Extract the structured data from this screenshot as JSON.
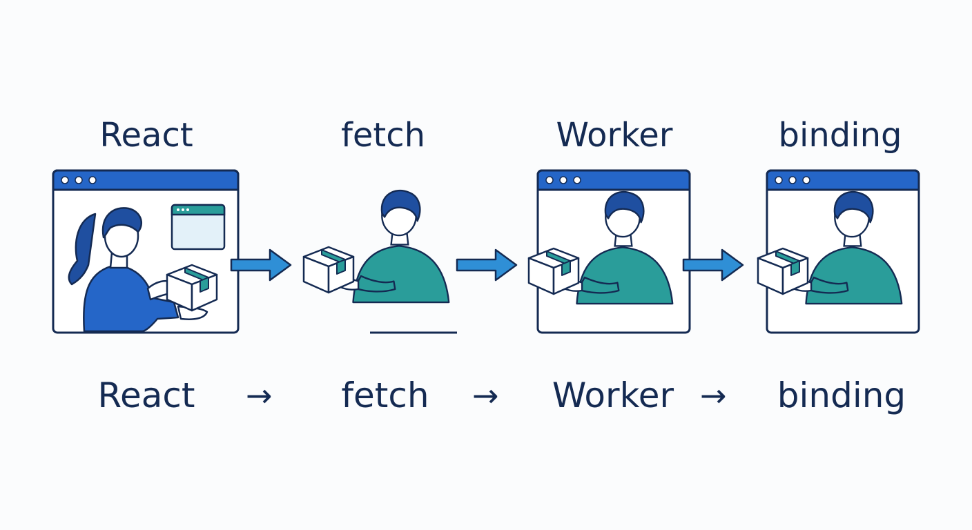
{
  "steps": [
    {
      "label": "React"
    },
    {
      "label": "fetch"
    },
    {
      "label": "Worker"
    },
    {
      "label": "binding"
    }
  ],
  "flow": {
    "labels": [
      "React",
      "fetch",
      "Worker",
      "binding"
    ],
    "arrow": "→"
  },
  "colors": {
    "navy": "#142a52",
    "blue": "#2566c8",
    "teal": "#2a9d9a",
    "arrow_blue": "#2f8fd6",
    "screen_fill": "#e3f1f9",
    "box_fill": "#ffffff"
  }
}
